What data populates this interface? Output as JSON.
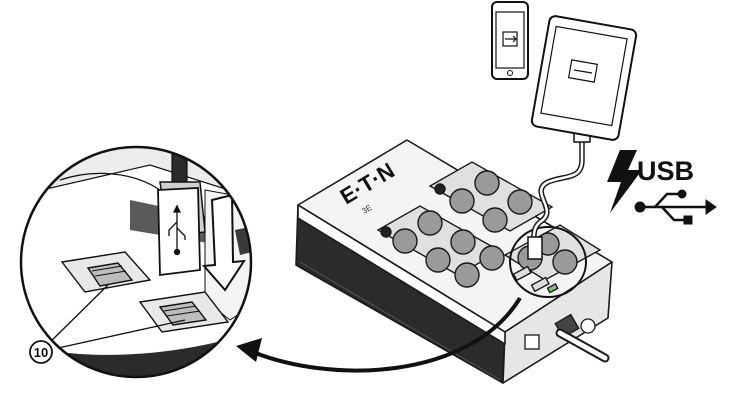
{
  "labels": {
    "usb": "USB",
    "brand": "E·T·N",
    "model": "3E",
    "callout": "10"
  },
  "icons": [
    "smartphone-icon",
    "tablet-icon",
    "lightning-icon",
    "usb-symbol-icon"
  ]
}
